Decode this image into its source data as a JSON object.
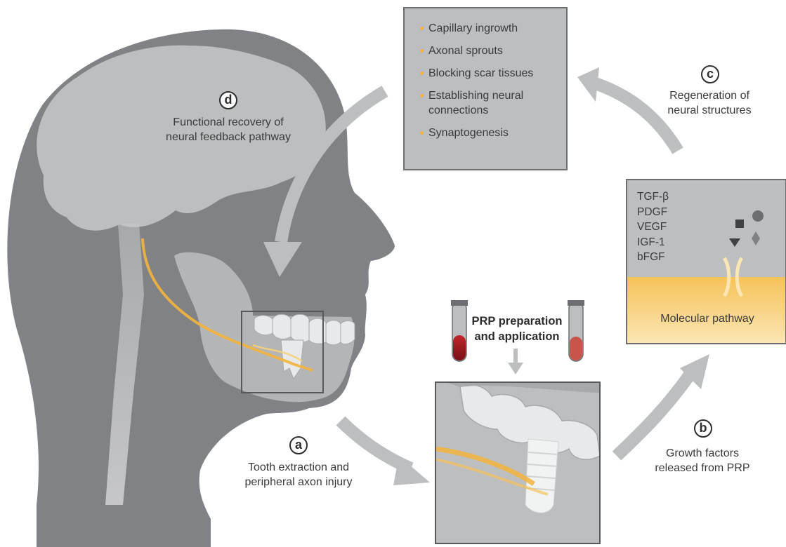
{
  "label_a": {
    "letter": "a",
    "line1": "Tooth extraction and",
    "line2": "peripheral axon injury"
  },
  "label_b": {
    "letter": "b",
    "line1": "Growth factors",
    "line2": "released from PRP"
  },
  "label_c": {
    "letter": "c",
    "line1": "Regeneration of",
    "line2": "neural structures"
  },
  "label_d": {
    "letter": "d",
    "line1": "Functional recovery of",
    "line2": "neural feedback pathway"
  },
  "regeneration_box": {
    "items": [
      "Capillary ingrowth",
      "Axonal sprouts",
      "Blocking scar tissues",
      "Establishing neural connections",
      "Synaptogenesis"
    ]
  },
  "molecular_box": {
    "growth_factors": [
      "TGF-β",
      "PDGF",
      "VEGF",
      "IGF-1",
      "bFGF"
    ],
    "caption": "Molecular pathway"
  },
  "prp": {
    "line1": "PRP preparation",
    "line2": "and application"
  },
  "colors": {
    "head": "#808285",
    "brain": "#bcbec0",
    "nerve": "#f3b43e",
    "arrow": "#bcbec0",
    "blood": "#a0191e",
    "box_border": "#6d6e71"
  }
}
